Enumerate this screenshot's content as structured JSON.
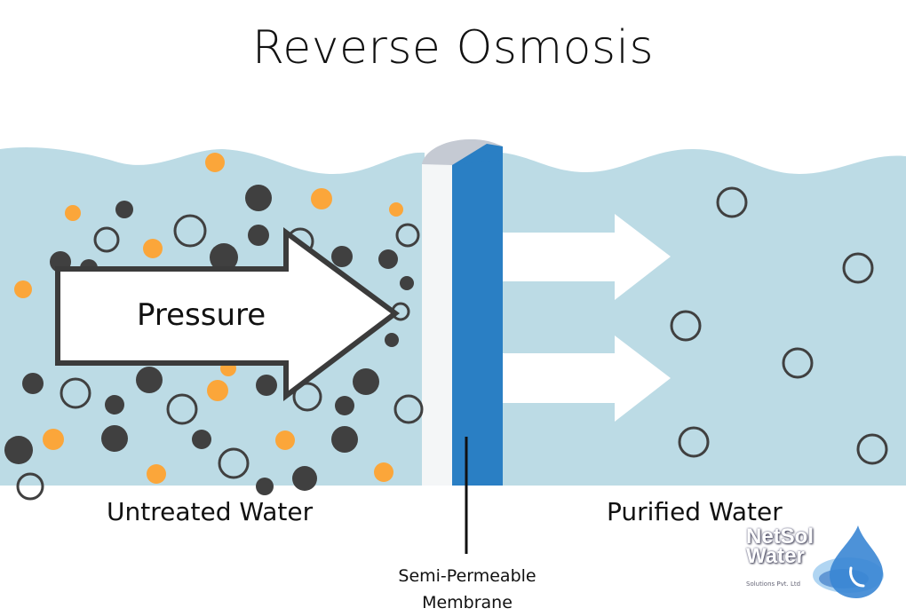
{
  "title": "Reverse Osmosis",
  "pressure_label": "Pressure",
  "untreated_label": "Untreated Water",
  "purified_label": "Purified Water",
  "membrane_label": "Semi-Permeable Membrane",
  "logo": {
    "name": "NetSol Water",
    "subtitle": "Solutions Pvt. Ltd"
  },
  "colors": {
    "water": "#bcdbe5",
    "membrane_blue": "#2a7fc4",
    "membrane_light": "#f4f6f7",
    "contaminant_dark": "#404040",
    "contaminant_orange": "#fba63a",
    "arrow_outline": "#3b3b3b"
  },
  "icons": [
    "pressure-arrow-icon",
    "flow-arrow-icon",
    "contaminant-particle-icon",
    "water-molecule-icon",
    "water-drop-logo-icon"
  ]
}
